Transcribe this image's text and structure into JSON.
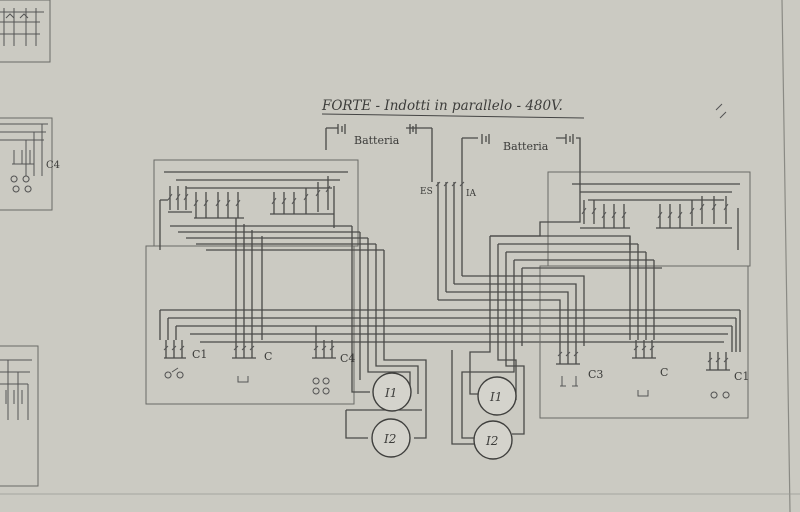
{
  "diagram": {
    "title": "FORTE - Indotti in parallelo - 480V.",
    "battery_left": "Batteria",
    "battery_right": "Batteria",
    "switch_left": "ES",
    "switch_right": "IA",
    "left_group": {
      "contactor_1": "C1",
      "contactor_2": "C",
      "contactor_3": "C4",
      "motor_top": "I1",
      "motor_bottom": "I2"
    },
    "right_group": {
      "contactor_1": "C3",
      "contactor_2": "C",
      "contactor_3": "C1",
      "motor_top": "I1",
      "motor_bottom": "I2"
    },
    "side_fragments": {
      "top_label": "C4"
    }
  }
}
